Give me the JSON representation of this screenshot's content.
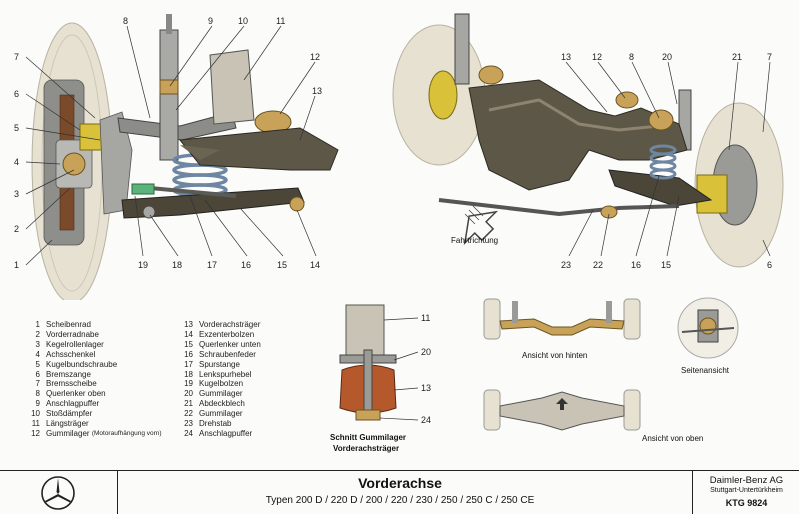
{
  "legend": [
    {
      "num": "1",
      "label": "Scheibenrad"
    },
    {
      "num": "2",
      "label": "Vorderradnabe"
    },
    {
      "num": "3",
      "label": "Kegelrollenlager"
    },
    {
      "num": "4",
      "label": "Achsschenkel"
    },
    {
      "num": "5",
      "label": "Kugelbundschraube"
    },
    {
      "num": "6",
      "label": "Bremszange"
    },
    {
      "num": "7",
      "label": "Bremsscheibe"
    },
    {
      "num": "8",
      "label": "Querlenker oben"
    },
    {
      "num": "9",
      "label": "Anschlagpuffer"
    },
    {
      "num": "10",
      "label": "Stoßdämpfer"
    },
    {
      "num": "11",
      "label": "Längsträger"
    },
    {
      "num": "12",
      "label": "Gummilager",
      "note": "(Motoraufhängung vorn)"
    },
    {
      "num": "13",
      "label": "Vorderachsträger"
    },
    {
      "num": "14",
      "label": "Exzenterbolzen"
    },
    {
      "num": "15",
      "label": "Querlenker unten"
    },
    {
      "num": "16",
      "label": "Schraubenfeder"
    },
    {
      "num": "17",
      "label": "Spurstange"
    },
    {
      "num": "18",
      "label": "Lenkspurhebel"
    },
    {
      "num": "19",
      "label": "Kugelbolzen"
    },
    {
      "num": "20",
      "label": "Gummilager"
    },
    {
      "num": "21",
      "label": "Abdeckblech"
    },
    {
      "num": "22",
      "label": "Gummilager"
    },
    {
      "num": "23",
      "label": "Drehstab"
    },
    {
      "num": "24",
      "label": "Anschlagpuffer"
    }
  ],
  "front_view_callouts": {
    "left": [
      "7",
      "6",
      "5",
      "4",
      "3",
      "2",
      "1"
    ],
    "top": [
      "8",
      "9",
      "10",
      "11",
      "12",
      "13"
    ],
    "bottom": [
      "19",
      "18",
      "17",
      "16",
      "15",
      "14"
    ]
  },
  "perspective_callouts": {
    "top": [
      "13",
      "12",
      "8",
      "20",
      "21",
      "7"
    ],
    "bottom": [
      "23",
      "22",
      "16",
      "15",
      "6"
    ]
  },
  "section_callouts": [
    "11",
    "20",
    "13",
    "24"
  ],
  "captions": {
    "fahrtrichtung": "Fahrtrichtung",
    "section_title_1": "Schnitt Gummilager",
    "section_title_2": "Vorderachsträger",
    "rear_view": "Ansicht von hinten",
    "side_view": "Seitenansicht",
    "top_view": "Ansicht von oben"
  },
  "footer": {
    "title": "Vorderachse",
    "subtitle": "Typen 200 D / 220 D / 200 / 220 / 230 / 250 / 250 C / 250 CE",
    "company": "Daimler-Benz AG",
    "location": "Stuttgart-Untertürkheim",
    "code": "KTG 9824"
  },
  "colors": {
    "tire": "#e6e0d0",
    "frame": "#5d5747",
    "metal": "#9a9a96",
    "brass": "#c9a25a",
    "spring": "#6d86a2",
    "rubber": "#b5582c",
    "yellow": "#d9c23a"
  }
}
